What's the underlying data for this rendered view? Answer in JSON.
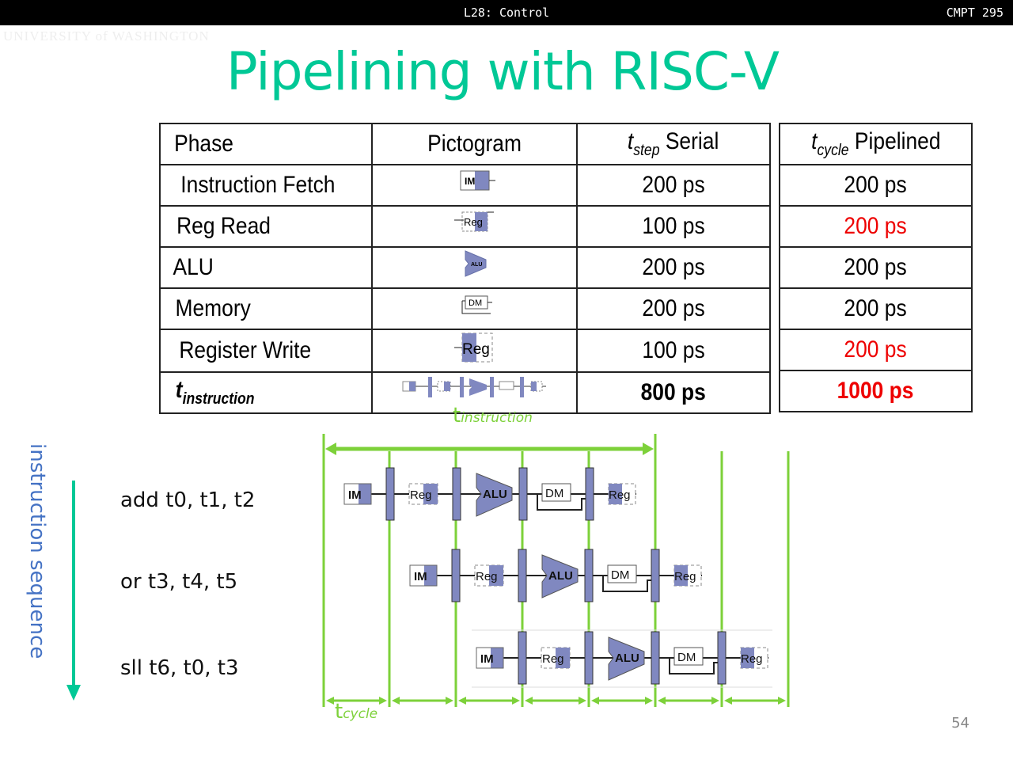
{
  "header": {
    "lecture": "L28: Control",
    "course": "CMPT 295",
    "logo_text": "UNIVERSITY of WASHINGTON"
  },
  "slide": {
    "title": "Pipelining with RISC-V",
    "page_number": "54"
  },
  "table": {
    "headers": {
      "phase": "Phase",
      "pictogram": "Pictogram",
      "serial_t": "t",
      "serial_sub": "step",
      "serial_rest": " Serial",
      "pipe_t": "t",
      "pipe_sub": "cycle",
      "pipe_rest": " Pipelined"
    },
    "rows": [
      {
        "phase": "Instruction Fetch",
        "pictogram": "IM",
        "serial": "200 ps",
        "pipelined": "200 ps",
        "pipelined_highlight": false
      },
      {
        "phase": "Reg Read",
        "pictogram": "Reg",
        "serial": "100 ps",
        "pipelined": "200 ps",
        "pipelined_highlight": true
      },
      {
        "phase": "ALU",
        "pictogram": "ALU",
        "serial": "200 ps",
        "pipelined": "200 ps",
        "pipelined_highlight": false
      },
      {
        "phase": "Memory",
        "pictogram": "DM",
        "serial": "200 ps",
        "pipelined": "200 ps",
        "pipelined_highlight": false
      },
      {
        "phase": "Register Write",
        "pictogram": "Reg",
        "serial": "100 ps",
        "pipelined": "200 ps",
        "pipelined_highlight": true
      }
    ],
    "total": {
      "phase_t": "t",
      "phase_sub": "instruction",
      "serial": "800 ps",
      "pipelined": "1000 ps"
    }
  },
  "diagram": {
    "sequence_label": "instruction sequence",
    "instructions": [
      "add t0, t1, t2",
      "or t3, t4, t5",
      "sll t6, t0, t3"
    ],
    "stage_labels": {
      "im": "IM",
      "reg": "Reg",
      "alu": "ALU",
      "dm": "DM"
    },
    "t_instruction_label": {
      "t": "t",
      "sub": "instruction"
    },
    "t_cycle_label": {
      "t": "t",
      "sub": "cycle"
    },
    "colors": {
      "accent": "#7dd13a",
      "stage_fill": "#8088c0",
      "title": "#00c896",
      "sequence": "#4472c4",
      "arrow": "#00c896",
      "highlight": "#ee0000"
    }
  }
}
